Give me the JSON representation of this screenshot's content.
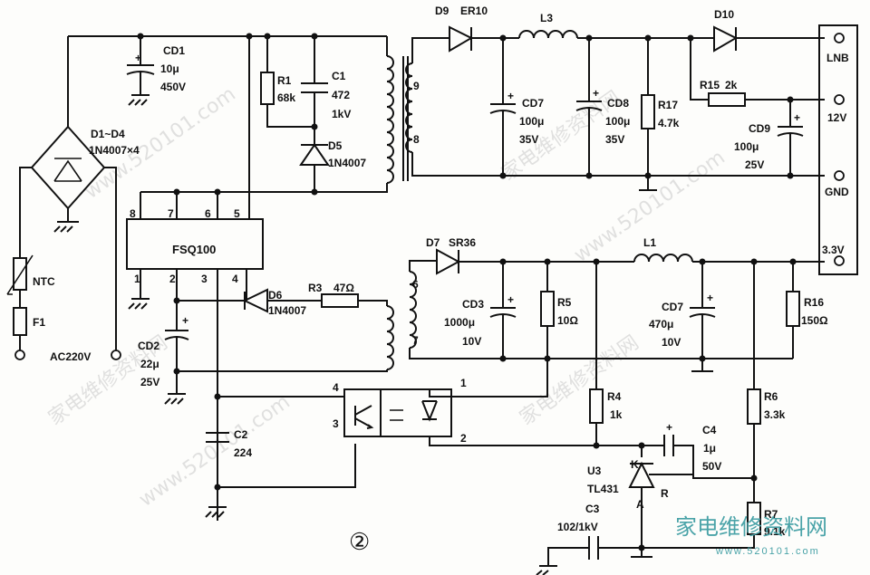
{
  "figure_number": "②",
  "ic": {
    "name": "FSQ100",
    "pins": [
      "8",
      "7",
      "6",
      "5",
      "1",
      "2",
      "3",
      "4"
    ]
  },
  "components": {
    "cd1": {
      "ref": "CD1",
      "value": "10μ",
      "rating": "450V"
    },
    "bridge": {
      "ref": "D1~D4",
      "value": "1N4007×4"
    },
    "ntc": {
      "ref": "NTC"
    },
    "f1": {
      "ref": "F1"
    },
    "ac": {
      "ref": "AC220V"
    },
    "r1": {
      "ref": "R1",
      "value": "68k"
    },
    "c1": {
      "ref": "C1",
      "value": "472",
      "rating": "1kV"
    },
    "d5": {
      "ref": "D5",
      "value": "1N4007"
    },
    "d6": {
      "ref": "D6",
      "value": "1N4007"
    },
    "r3": {
      "ref": "R3",
      "value": "47Ω"
    },
    "cd2": {
      "ref": "CD2",
      "value": "22μ",
      "rating": "25V"
    },
    "c2": {
      "ref": "C2",
      "value": "224"
    },
    "d9": {
      "ref": "D9",
      "value": "ER10"
    },
    "l3": {
      "ref": "L3"
    },
    "cd7a": {
      "ref": "CD7",
      "value": "100μ",
      "rating": "35V"
    },
    "cd8": {
      "ref": "CD8",
      "value": "100μ",
      "rating": "35V"
    },
    "r17": {
      "ref": "R17",
      "value": "4.7k"
    },
    "d10": {
      "ref": "D10"
    },
    "r15": {
      "ref": "R15",
      "value": "2k"
    },
    "cd9": {
      "ref": "CD9",
      "value": "100μ",
      "rating": "25V"
    },
    "d7": {
      "ref": "D7",
      "value": "SR36"
    },
    "l1": {
      "ref": "L1"
    },
    "cd3": {
      "ref": "CD3",
      "value": "1000μ",
      "rating": "10V"
    },
    "r5": {
      "ref": "R5",
      "value": "10Ω"
    },
    "cd7b": {
      "ref": "CD7",
      "value": "470μ",
      "rating": "10V"
    },
    "r16": {
      "ref": "R16",
      "value": "150Ω"
    },
    "r4": {
      "ref": "R4",
      "value": "1k"
    },
    "c4": {
      "ref": "C4",
      "value": "1μ",
      "rating": "50V"
    },
    "r6": {
      "ref": "R6",
      "value": "3.3k"
    },
    "u3": {
      "ref": "U3",
      "value": "TL431"
    },
    "r7": {
      "ref": "R7",
      "value": "9.1k"
    },
    "c3": {
      "ref": "C3",
      "value": "102/1kV"
    }
  },
  "u3_pins": {
    "k": "K",
    "a": "A",
    "r": "R"
  },
  "transformer_pins": {
    "p9": "9",
    "p8": "8",
    "p6": "6",
    "p7": "7"
  },
  "opto_pins": {
    "p1": "1",
    "p2": "2",
    "p3": "3",
    "p4": "4"
  },
  "outputs": {
    "lnb": "LNB",
    "v12": "12V",
    "gnd": "GND",
    "v33": "3.3V"
  },
  "watermarks": {
    "site": "www.520101.com",
    "brand": "家电维修资料网",
    "brand_url": "www.520101.com"
  },
  "colors": {
    "line": "#111111",
    "watermark": "#c9c9c9",
    "brand": "#4aa3a8"
  }
}
